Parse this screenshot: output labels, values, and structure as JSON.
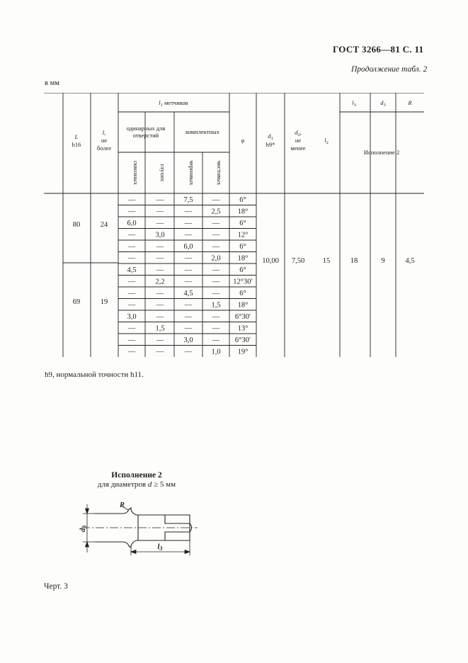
{
  "header": {
    "doc_ref": "ГОСТ 3266—81 С. 11",
    "continuation": "Продолжение табл. 2",
    "units": "в   мм"
  },
  "table": {
    "headers": {
      "L": "L",
      "L_tol": "h16",
      "l": "l,",
      "l_ne": "не",
      "l_bolee": "более",
      "l1": "l",
      "l1_sub": "1",
      "l1_rest": " метчиков",
      "single_1": "одинарных для",
      "single_2": "отверстий",
      "complete": "комплектных",
      "through": "сквозных",
      "blind": "глухих",
      "rough": "черновых",
      "finish": "чистовых",
      "phi": "φ",
      "d1": "d",
      "d1_sub": "1",
      "d1_tol": "h9*",
      "d2": "d",
      "d2_sub": "2",
      "d2_comma": ",",
      "d2_ne": "не",
      "d2_menee": "менее",
      "l2": "l",
      "l2_sub": "2",
      "l3": "l",
      "l3_sub": "3",
      "d3": "d",
      "d3_sub": "3",
      "R": "R",
      "variant": "Исполнение 2"
    },
    "groups": [
      {
        "L": "80",
        "l": "24"
      },
      {
        "L": "69",
        "l": "19"
      }
    ],
    "rows": [
      [
        "—",
        "—",
        "7,5",
        "—",
        "6°"
      ],
      [
        "—",
        "—",
        "—",
        "2,5",
        "18°"
      ],
      [
        "6,0",
        "—",
        "—",
        "—",
        "6°"
      ],
      [
        "—",
        "3,0",
        "—",
        "—",
        "12°"
      ],
      [
        "—",
        "—",
        "6,0",
        "—",
        "6°"
      ],
      [
        "—",
        "—",
        "—",
        "2,0",
        "18°"
      ],
      [
        "4,5",
        "—",
        "—",
        "—",
        "6°"
      ],
      [
        "—",
        "2,2",
        "—",
        "—",
        "12°30′"
      ],
      [
        "—",
        "—",
        "4,5",
        "—",
        "6°"
      ],
      [
        "—",
        "—",
        "—",
        "1,5",
        "18°"
      ],
      [
        "3,0",
        "—",
        "—",
        "—",
        "6°30′"
      ],
      [
        "—",
        "1,5",
        "—",
        "—",
        "13°"
      ],
      [
        "—",
        "—",
        "3,0",
        "—",
        "6°30′"
      ],
      [
        "—",
        "—",
        "—",
        "1,0",
        "19°"
      ]
    ],
    "shared": {
      "d1": "10,00",
      "d2": "7,50",
      "l2": "15",
      "l3": "18",
      "d3": "9",
      "R": "4,5"
    }
  },
  "note": "h9, нормальной точности h11.",
  "figure": {
    "title": "Исполнение 2",
    "subtitle_pre": "для диаметров ",
    "subtitle_var": "d",
    "subtitle_post": " ≥ 5 мм",
    "label_R": "R",
    "label_d3": "d",
    "label_d3_sub": "3",
    "label_l3": "l",
    "label_l3_sub": "3"
  },
  "caption": "Черт. 3"
}
